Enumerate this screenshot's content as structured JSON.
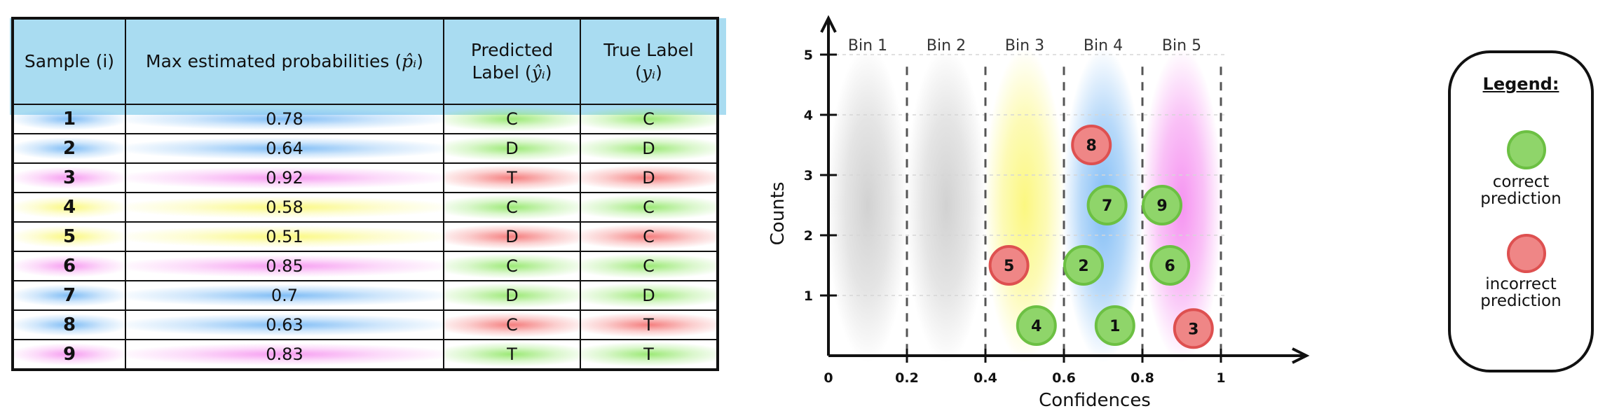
{
  "table": {
    "headers": {
      "sample": "Sample (i)",
      "max_prob_prefix": "Max estimated probabilities (",
      "max_prob_symbol": "p̂ᵢ",
      "max_prob_suffix": ")",
      "predicted_line1": "Predicted",
      "predicted_line2_prefix": "Label (",
      "predicted_symbol": "ŷᵢ",
      "predicted_line2_suffix": ")",
      "true_line1": "True Label",
      "true_line2_prefix": "(",
      "true_symbol": "yᵢ",
      "true_line2_suffix": ")"
    },
    "rows": [
      {
        "i": "1",
        "p": "0.78",
        "pred": "C",
        "true": "C",
        "bin_color": "blue",
        "correct": true
      },
      {
        "i": "2",
        "p": "0.64",
        "pred": "D",
        "true": "D",
        "bin_color": "blue",
        "correct": true
      },
      {
        "i": "3",
        "p": "0.92",
        "pred": "T",
        "true": "D",
        "bin_color": "pink",
        "correct": false
      },
      {
        "i": "4",
        "p": "0.58",
        "pred": "C",
        "true": "C",
        "bin_color": "yellow",
        "correct": true
      },
      {
        "i": "5",
        "p": "0.51",
        "pred": "D",
        "true": "C",
        "bin_color": "yellow",
        "correct": false
      },
      {
        "i": "6",
        "p": "0.85",
        "pred": "C",
        "true": "C",
        "bin_color": "pink",
        "correct": true
      },
      {
        "i": "7",
        "p": "0.7",
        "pred": "D",
        "true": "D",
        "bin_color": "blue",
        "correct": true
      },
      {
        "i": "8",
        "p": "0.63",
        "pred": "C",
        "true": "T",
        "bin_color": "blue",
        "correct": false
      },
      {
        "i": "9",
        "p": "0.83",
        "pred": "T",
        "true": "T",
        "bin_color": "pink",
        "correct": true
      }
    ]
  },
  "chart": {
    "xlabel": "Confidences",
    "ylabel": "Counts",
    "x_ticks": [
      "0",
      "0.2",
      "0.4",
      "0.6",
      "0.8",
      "1"
    ],
    "y_ticks": [
      "1",
      "2",
      "3",
      "4",
      "5"
    ],
    "bins": [
      {
        "label": "Bin 1",
        "color": "#cfcfcf"
      },
      {
        "label": "Bin 2",
        "color": "#cfcfcf"
      },
      {
        "label": "Bin 3",
        "color": "#fbf77a"
      },
      {
        "label": "Bin 4",
        "color": "#7cbaf5"
      },
      {
        "label": "Bin 5",
        "color": "#f58ef0"
      }
    ],
    "points": [
      {
        "label": "1",
        "x": 0.73,
        "y": 0.5,
        "correct": true
      },
      {
        "label": "2",
        "x": 0.65,
        "y": 1.5,
        "correct": true
      },
      {
        "label": "3",
        "x": 0.93,
        "y": 0.45,
        "correct": false
      },
      {
        "label": "4",
        "x": 0.53,
        "y": 0.5,
        "correct": true
      },
      {
        "label": "5",
        "x": 0.46,
        "y": 1.5,
        "correct": false
      },
      {
        "label": "6",
        "x": 0.87,
        "y": 1.5,
        "correct": true
      },
      {
        "label": "7",
        "x": 0.71,
        "y": 2.5,
        "correct": true
      },
      {
        "label": "8",
        "x": 0.67,
        "y": 3.5,
        "correct": false
      },
      {
        "label": "9",
        "x": 0.85,
        "y": 2.5,
        "correct": true
      }
    ],
    "correct_color": "#8fd56a",
    "correct_stroke": "#6cc043",
    "incorrect_color": "#ef8686",
    "incorrect_stroke": "#de5050"
  },
  "legend": {
    "title": "Legend:",
    "correct": "correct prediction",
    "incorrect": "incorrect prediction"
  }
}
